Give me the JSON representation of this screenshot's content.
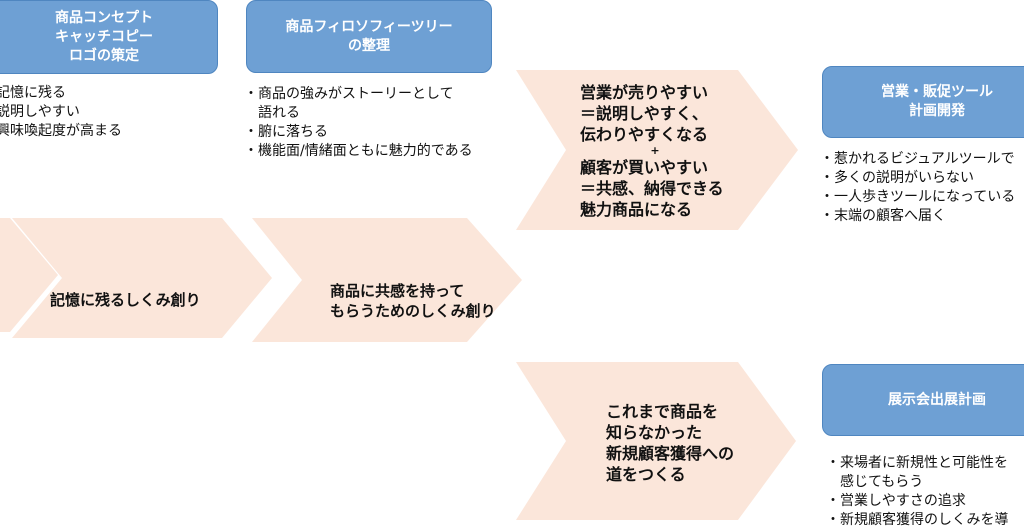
{
  "boxes": {
    "concept": [
      "商品コンセプト",
      "キャッチコピー",
      "ロゴの策定"
    ],
    "philosophy": [
      "商品フィロソフィーツリー",
      "の整理"
    ],
    "sales_tools": [
      "営業・販促ツール",
      "計画開発"
    ],
    "exhibition": [
      "展示会出展計画"
    ]
  },
  "lists": {
    "concept": [
      "記憶に残る",
      "説明しやすい",
      "興味喚起度が高まる"
    ],
    "philosophy": [
      "・商品の強みがストーリーとして",
      "　語れる",
      "・腑に落ちる",
      "・機能面/情緒面ともに魅力的である"
    ],
    "sales_tools": [
      "・惹かれるビジュアルツールで",
      "・多くの説明がいらない",
      "・一人歩きツールになっている",
      "・末端の顧客へ届く"
    ],
    "exhibition": [
      "・来場者に新規性と可能性を",
      "　感じてもらう",
      "・営業しやすさの追求",
      "・新規顧客獲得のしくみを導"
    ]
  },
  "arrows": {
    "memory": "記憶に残るしくみ創り",
    "empathy": [
      "商品に共感を持って",
      "もらうためのしくみ創り"
    ],
    "sales": {
      "top": [
        "営業が売りやすい",
        "＝説明しやすく、",
        "伝わりやすくなる"
      ],
      "plus": "+",
      "bottom": [
        "顧客が買いやすい",
        "＝共感、納得できる",
        "魅力商品になる"
      ]
    },
    "new_customers": [
      "これまで商品を",
      "知らなかった",
      "新規顧客獲得への",
      "道をつくる"
    ]
  },
  "colors": {
    "box_fill": "#6ea0d4",
    "box_border": "#4f86c0",
    "arrow_fill": "#fbe6da",
    "text": "#111111"
  }
}
